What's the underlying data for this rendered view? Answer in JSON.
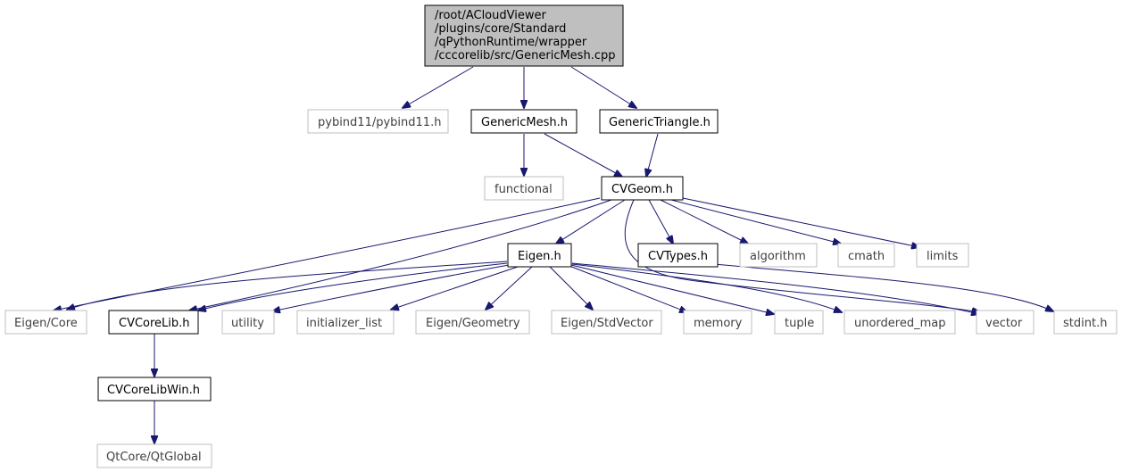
{
  "colors": {
    "edge": "#191970",
    "root_fill": "#bfbfbf",
    "external_border": "#bfbfbf",
    "known_border": "#000000"
  },
  "root": {
    "lines": [
      "/root/ACloudViewer",
      "/plugins/core/Standard",
      "/qPythonRuntime/wrapper",
      "/cccorelib/src/GenericMesh.cpp"
    ]
  },
  "nodes": {
    "pybind11": "pybind11/pybind11.h",
    "genericmesh": "GenericMesh.h",
    "generictriangle": "GenericTriangle.h",
    "functional": "functional",
    "cvgeom": "CVGeom.h",
    "eigen": "Eigen.h",
    "cvtypes": "CVTypes.h",
    "algorithm": "algorithm",
    "cmath": "cmath",
    "limits": "limits",
    "eigencore": "Eigen/Core",
    "cvcorelib": "CVCoreLib.h",
    "utility": "utility",
    "initializer_list": "initializer_list",
    "eigengeometry": "Eigen/Geometry",
    "eigenstdvector": "Eigen/StdVector",
    "memory": "memory",
    "tuple": "tuple",
    "unordered_map": "unordered_map",
    "vector": "vector",
    "stdint": "stdint.h",
    "cvcorelibwin": "CVCoreLibWin.h",
    "qtglobal": "QtCore/QtGlobal"
  }
}
